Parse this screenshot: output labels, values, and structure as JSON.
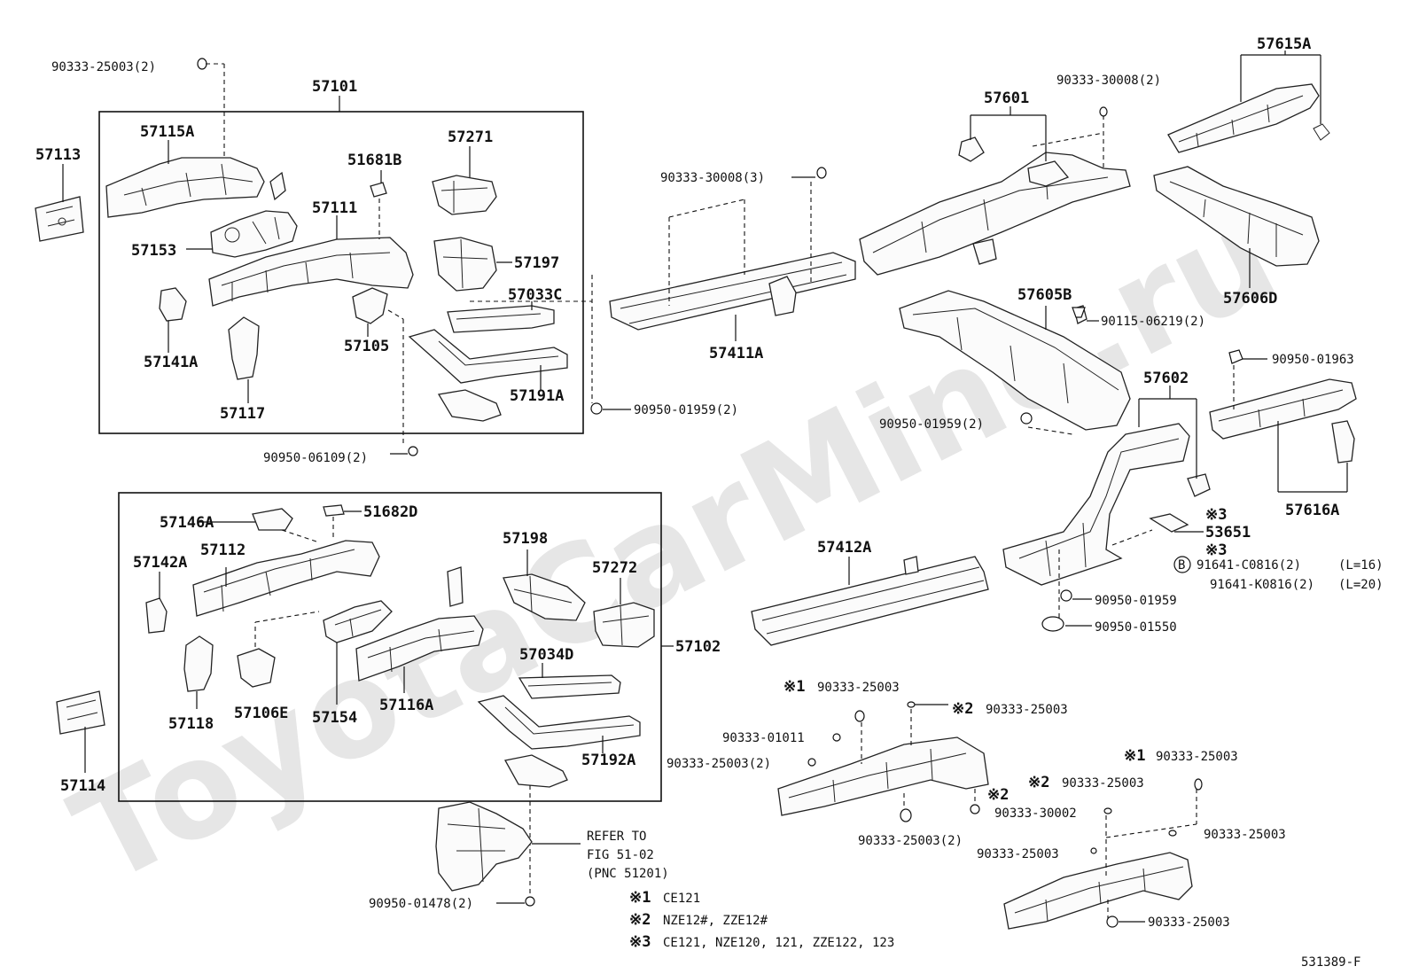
{
  "watermark": "ToyotaCarMine.ru",
  "figure_id": "531389-F",
  "groups": {
    "group_57101": "57101",
    "group_57102": "57102"
  },
  "parts": {
    "p57113": "57113",
    "p57115A": "57115A",
    "p57153": "57153",
    "p57141A": "57141A",
    "p57117": "57117",
    "p51681B": "51681B",
    "p57111": "57111",
    "p57105": "57105",
    "p57271": "57271",
    "p57197": "57197",
    "p57033C": "57033C",
    "p57191A": "57191A",
    "p57411A": "57411A",
    "p57601": "57601",
    "p57615A": "57615A",
    "p57606D": "57606D",
    "p57605B": "57605B",
    "p57602": "57602",
    "p57616A": "57616A",
    "p53651": "53651",
    "p57412A": "57412A",
    "p57146A": "57146A",
    "p51682D": "51682D",
    "p57112": "57112",
    "p57142A": "57142A",
    "p57198": "57198",
    "p57272": "57272",
    "p57034D": "57034D",
    "p57118": "57118",
    "p57106E": "57106E",
    "p57154": "57154",
    "p57116A": "57116A",
    "p57192A": "57192A",
    "p57114": "57114"
  },
  "fasteners": {
    "f1": "90333-25003(2)",
    "f2": "90333-30008(2)",
    "f3": "90333-30008(3)",
    "f4": "90115-06219(2)",
    "f5": "90950-01963",
    "f6": "90950-01959(2)",
    "f7": "90950-01959(2)",
    "f8": "90950-06109(2)",
    "f9": "91641-C0816(2)",
    "f9b": "(L=16)",
    "f10": "91641-K0816(2)",
    "f10b": "(L=20)",
    "f11": "90950-01959",
    "f12": "90950-01550",
    "f13": "90333-25003",
    "f14": "90333-25003",
    "f15": "90333-01011",
    "f16": "90333-25003(2)",
    "f17": "90333-30002",
    "f18": "90333-25003(2)",
    "f19": "90333-25003",
    "f20": "90333-25003",
    "f21": "90333-25003",
    "f22": "90333-25003",
    "f23": "90333-25003",
    "f24": "90950-01478(2)"
  },
  "marks": {
    "m1": "※1",
    "m2": "※2",
    "m3": "※3",
    "b": "B"
  },
  "refer": {
    "line1": "REFER TO",
    "line2": "FIG 51-02",
    "line3": "(PNC 51201)"
  },
  "legend": {
    "n1_mark": "※1",
    "n1": "CE121",
    "n2_mark": "※2",
    "n2": "NZE12#, ZZE12#",
    "n3_mark": "※3",
    "n3": "CE121, NZE120, 121, ZZE122, 123"
  }
}
